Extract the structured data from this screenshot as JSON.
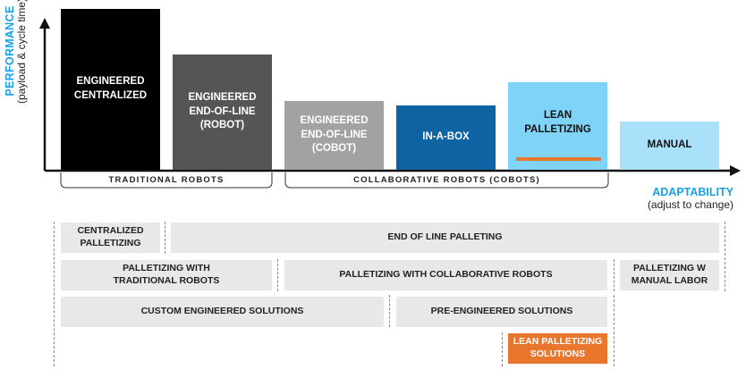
{
  "y_axis": {
    "label": "PERFORMANCE",
    "sublabel": "(payload & cycle time)"
  },
  "x_axis": {
    "label": "ADAPTABILITY",
    "sublabel": "(adjust to change)"
  },
  "bars": [
    {
      "label": "ENGINEERED\nCENTRALIZED",
      "color": "#000000"
    },
    {
      "label": "ENGINEERED\nEND-OF-LINE\n(ROBOT)",
      "color": "#555555"
    },
    {
      "label": "ENGINEERED\nEND-OF-LINE\n(COBOT)",
      "color": "#a0a2a4"
    },
    {
      "label": "IN-A-BOX",
      "color": "#0e63a3"
    },
    {
      "label": "LEAN\nPALLETIZING",
      "color": "#7fd3f7",
      "accent_color": "#e8762d"
    },
    {
      "label": "MANUAL",
      "color": "#a9e0fa"
    }
  ],
  "groups": {
    "traditional": "TRADITIONAL ROBOTS",
    "collaborative": "COLLABORATIVE ROBOTS (COBOTS)"
  },
  "categories": {
    "centralized": "CENTRALIZED\nPALLETIZING",
    "end_of_line": "END OF LINE PALLETING",
    "traditional": "PALLETIZING WITH\nTRADITIONAL ROBOTS",
    "collaborative": "PALLETIZING WITH COLLABORATIVE ROBOTS",
    "manual": "PALLETIZING W\nMANUAL LABOR",
    "custom": "CUSTOM ENGINEERED SOLUTIONS",
    "pre_engineered": "PRE-ENGINEERED SOLUTIONS",
    "lean": "LEAN PALLETIZING\nSOLUTIONS"
  },
  "colors": {
    "accent_blue": "#1aa0e8",
    "accent_orange": "#e8762d",
    "box_gray": "#e8e8e8"
  }
}
